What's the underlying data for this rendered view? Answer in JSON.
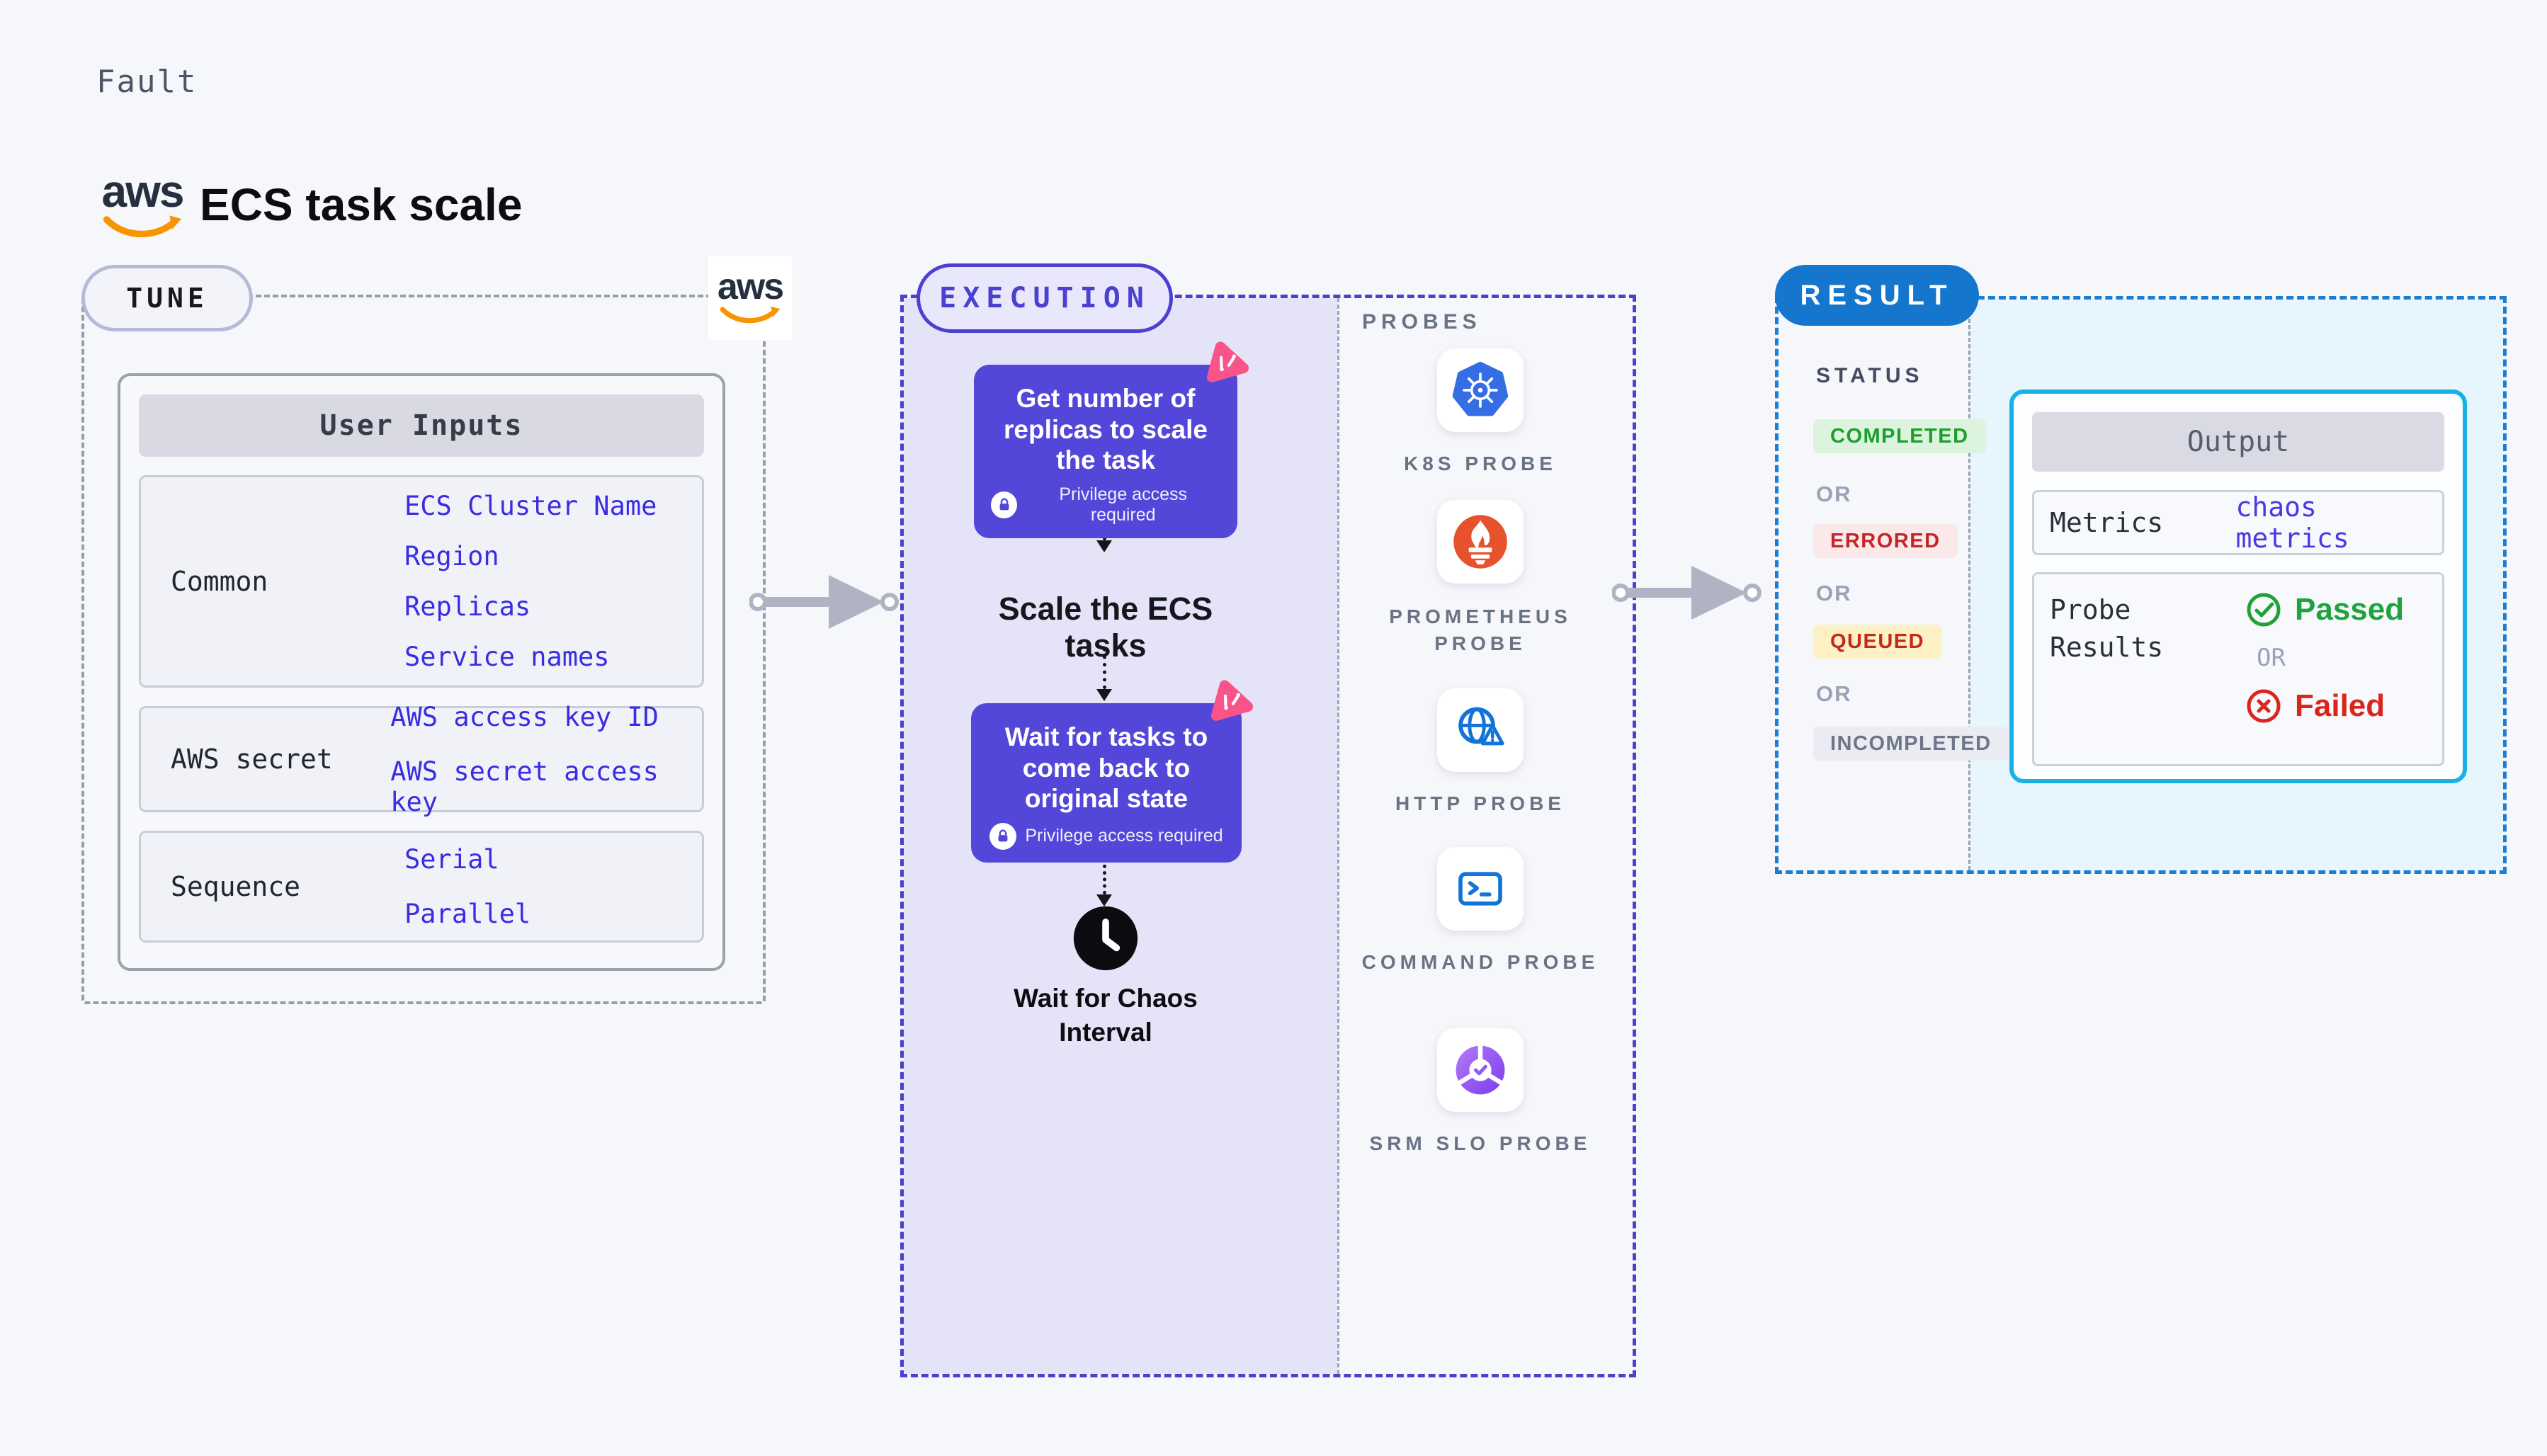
{
  "header": {
    "eyebrow": "Fault",
    "title": "ECS task scale",
    "aws_wordmark": "aws"
  },
  "tune": {
    "pill_label": "TUNE",
    "aws_wordmark": "aws",
    "table": {
      "title": "User Inputs",
      "rows": [
        {
          "label": "Common",
          "values": [
            "ECS Cluster Name",
            "Region",
            "Replicas",
            "Service names"
          ]
        },
        {
          "label": "AWS secret",
          "values": [
            "AWS access key ID",
            "AWS secret access key"
          ]
        },
        {
          "label": "Sequence",
          "values": [
            "Serial",
            "Parallel"
          ]
        }
      ]
    }
  },
  "execution": {
    "pill_label": "EXECUTION",
    "step1": {
      "title": "Get number of replicas to scale the task",
      "badge": "Privilege access required"
    },
    "step2": {
      "title": "Scale the ECS tasks"
    },
    "step3": {
      "title": "Wait for tasks to come back to original state",
      "badge": "Privilege access required"
    },
    "wait": {
      "title": "Wait for Chaos Interval"
    }
  },
  "probes": {
    "heading": "PROBES",
    "items": [
      {
        "label": "K8S PROBE",
        "icon": "kubernetes-icon"
      },
      {
        "label": "PROMETHEUS PROBE",
        "icon": "prometheus-icon"
      },
      {
        "label": "HTTP PROBE",
        "icon": "http-globe-warning-icon"
      },
      {
        "label": "COMMAND PROBE",
        "icon": "terminal-icon"
      },
      {
        "label": "SRM SLO PROBE",
        "icon": "slo-donut-check-icon"
      }
    ]
  },
  "result": {
    "pill_label": "RESULT",
    "status": {
      "heading": "STATUS",
      "or": "OR",
      "badges": [
        {
          "label": "COMPLETED",
          "text_color": "#1d9e2d",
          "bg_color": "#dcf3dd"
        },
        {
          "label": "ERRORED",
          "text_color": "#c2252a",
          "bg_color": "#fbe8e8"
        },
        {
          "label": "QUEUED",
          "text_color": "#c22a1c",
          "bg_color": "#fcf0c4"
        },
        {
          "label": "INCOMPLETED",
          "text_color": "#6e7689",
          "bg_color": "#eaebf3"
        }
      ]
    },
    "output": {
      "title": "Output",
      "metrics_label": "Metrics",
      "metrics_value": "chaos metrics",
      "probe_results_label": "Probe Results",
      "passed_label": "Passed",
      "or": "OR",
      "failed_label": "Failed",
      "passed_color": "#1fa33c",
      "failed_color": "#da251d"
    }
  },
  "colors": {
    "execution_accent": "#4a41cf",
    "node_purple": "#5247d9",
    "result_blue": "#1476cc",
    "output_border_cyan": "#17b1e6",
    "value_blue": "#382de2",
    "aws_smile_orange": "#f79400",
    "chaos_badge_pink": "#f9548a"
  }
}
